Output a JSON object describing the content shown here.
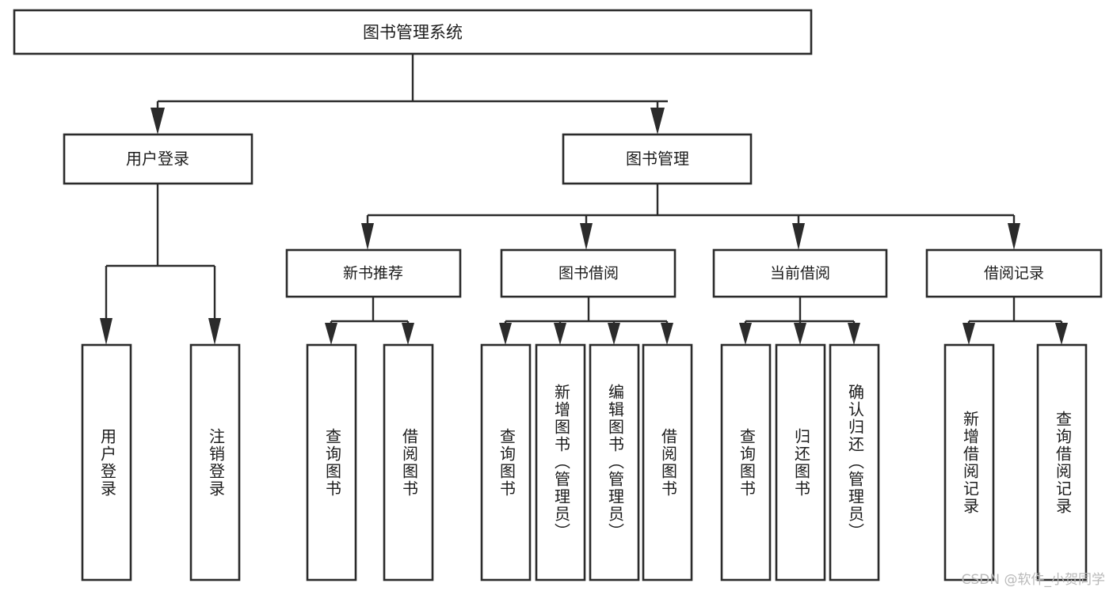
{
  "diagram": {
    "type": "tree-hierarchy",
    "title": "图书管理系统",
    "watermark": "CSDN @软件_小贺同学",
    "colors": {
      "background": "#ffffff",
      "box_stroke": "#2b2b2b",
      "box_fill": "#ffffff",
      "text": "#1c1c1c",
      "watermark": "#b9b9b9"
    },
    "levels": {
      "root": {
        "label": "图书管理系统"
      },
      "level2": [
        {
          "id": "user-login",
          "label": "用户登录"
        },
        {
          "id": "book-management",
          "label": "图书管理"
        }
      ],
      "level3": [
        {
          "id": "new-book-recommend",
          "label": "新书推荐",
          "parent": "book-management"
        },
        {
          "id": "book-borrow",
          "label": "图书借阅",
          "parent": "book-management"
        },
        {
          "id": "current-borrow",
          "label": "当前借阅",
          "parent": "book-management"
        },
        {
          "id": "borrow-record",
          "label": "借阅记录",
          "parent": "book-management"
        }
      ],
      "leaves": [
        {
          "id": "leaf-user-login",
          "label": "用户登录",
          "parent": "user-login"
        },
        {
          "id": "leaf-logout-login",
          "label": "注销登录",
          "parent": "user-login"
        },
        {
          "id": "leaf-query-book-1",
          "label": "查询图书",
          "parent": "new-book-recommend"
        },
        {
          "id": "leaf-borrow-book-1",
          "label": "借阅图书",
          "parent": "new-book-recommend"
        },
        {
          "id": "leaf-query-book-2",
          "label": "查询图书",
          "parent": "book-borrow"
        },
        {
          "id": "leaf-add-book",
          "label": "新增图书（管理员）",
          "parent": "book-borrow"
        },
        {
          "id": "leaf-edit-book",
          "label": "编辑图书（管理员）",
          "parent": "book-borrow"
        },
        {
          "id": "leaf-borrow-book-2",
          "label": "借阅图书",
          "parent": "book-borrow"
        },
        {
          "id": "leaf-query-book-3",
          "label": "查询图书",
          "parent": "current-borrow"
        },
        {
          "id": "leaf-return-book",
          "label": "归还图书",
          "parent": "current-borrow"
        },
        {
          "id": "leaf-confirm-return",
          "label": "确认归还（管理员）",
          "parent": "current-borrow"
        },
        {
          "id": "leaf-add-record",
          "label": "新增借阅记录",
          "parent": "borrow-record"
        },
        {
          "id": "leaf-query-record",
          "label": "查询借阅记录",
          "parent": "borrow-record"
        }
      ]
    }
  }
}
